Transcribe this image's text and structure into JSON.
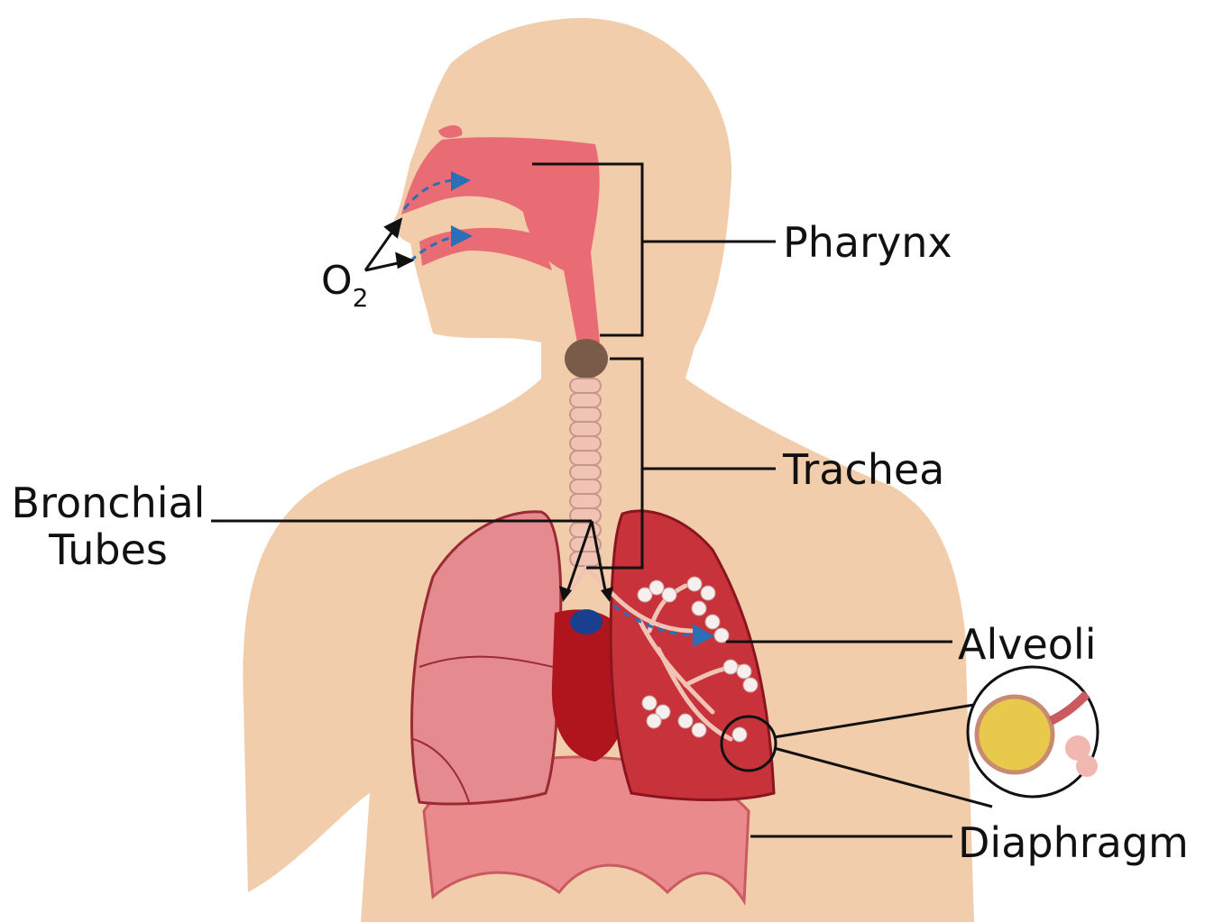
{
  "labels": {
    "pharynx": "Pharynx",
    "trachea": "Trachea",
    "bronchial_line1": "Bronchial",
    "bronchial_line2": "Tubes",
    "alveoli": "Alveoli",
    "diaphragm": "Diaphragm",
    "o2_base": "O",
    "o2_sub": "2"
  },
  "colors": {
    "skin": "#f2cdab",
    "airway": "#e96b74",
    "lung_left": "#e58a8f",
    "lung_right": "#c8323a",
    "diaphragm": "#ea8a8c",
    "trachea": "#f0c3b4",
    "larynx": "#7a5a48",
    "heart": "#b0141c",
    "arrow_blue": "#2b6fb6",
    "line": "#111111"
  }
}
